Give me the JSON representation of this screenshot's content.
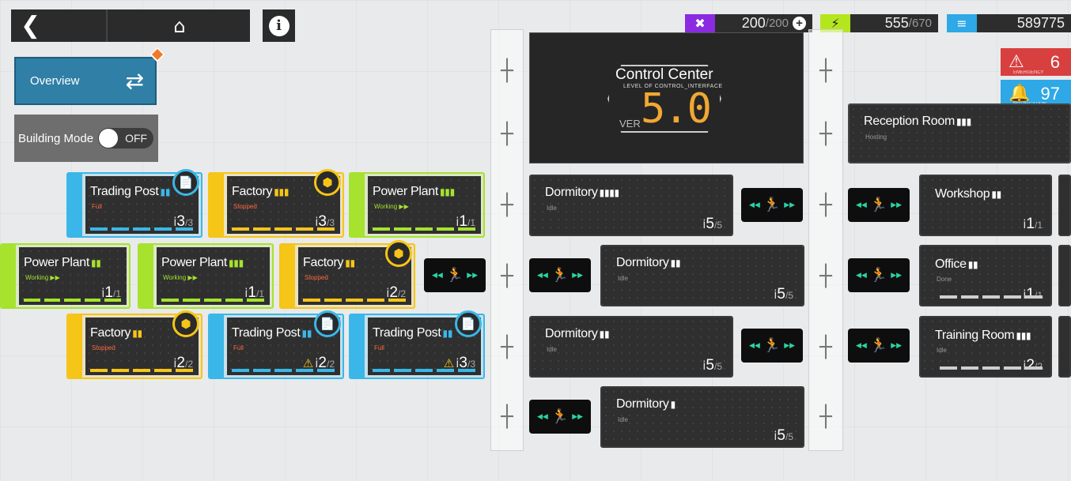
{
  "nav": {
    "back_icon": "chevron-left",
    "home_icon": "house",
    "info_icon": "info"
  },
  "overview": {
    "label": "Overview",
    "icon": "swap-people"
  },
  "building_mode": {
    "label": "Building Mode",
    "state": "OFF"
  },
  "resources": [
    {
      "name": "drones",
      "icon": "drone",
      "value": "200",
      "max": "/200",
      "color": "#8a2be2",
      "extra": "+"
    },
    {
      "name": "power",
      "icon": "battery",
      "value": "555",
      "max": "/670",
      "color": "#b4e61e"
    },
    {
      "name": "funds",
      "icon": "money",
      "value": "589775",
      "max": "",
      "color": "#2ea8e6"
    }
  ],
  "alerts": {
    "emergency": {
      "count": "6",
      "caption": "EMERGENCY",
      "color": "#d84040"
    },
    "notification": {
      "count": "97",
      "caption": "NOTIFICATION",
      "color": "#2ea8e6"
    }
  },
  "control_center": {
    "title": "Control Center",
    "subtitle": "LEVEL OF CONTROL_INTERFACE",
    "ver_label": "VER",
    "version": "5.0"
  },
  "reception": {
    "name": "Reception Room",
    "status": "Hosting",
    "pips": "▮▮▮"
  },
  "rooms": [
    {
      "id": "tp1",
      "name": "Trading Post",
      "pips": "▮▮",
      "status": "Full",
      "count": "3",
      "max": "/3",
      "color": "#3ab7e8",
      "warn": false
    },
    {
      "id": "fa1",
      "name": "Factory",
      "pips": "▮▮▮",
      "status": "Stopped",
      "count": "3",
      "max": "/3",
      "color": "#f5c518",
      "warn": false
    },
    {
      "id": "pp1",
      "name": "Power Plant",
      "pips": "▮▮▮",
      "status": "Working ▶▶",
      "count": "1",
      "max": "/1",
      "color": "#a6e22e",
      "warn": false
    },
    {
      "id": "pp2",
      "name": "Power Plant",
      "pips": "▮▮",
      "status": "Working ▶▶",
      "count": "1",
      "max": "/1",
      "color": "#a6e22e",
      "warn": false
    },
    {
      "id": "pp3",
      "name": "Power Plant",
      "pips": "▮▮▮",
      "status": "Working ▶▶",
      "count": "1",
      "max": "/1",
      "color": "#a6e22e",
      "warn": false
    },
    {
      "id": "fa2",
      "name": "Factory",
      "pips": "▮▮",
      "status": "Stopped",
      "count": "2",
      "max": "/2",
      "color": "#f5c518",
      "warn": false
    },
    {
      "id": "fa3",
      "name": "Factory",
      "pips": "▮▮",
      "status": "Stopped",
      "count": "2",
      "max": "/2",
      "color": "#f5c518",
      "warn": false
    },
    {
      "id": "tp2",
      "name": "Trading Post",
      "pips": "▮▮",
      "status": "Full",
      "count": "2",
      "max": "/2",
      "color": "#3ab7e8",
      "warn": true
    },
    {
      "id": "tp3",
      "name": "Trading Post",
      "pips": "▮▮",
      "status": "Full",
      "count": "3",
      "max": "/3",
      "color": "#3ab7e8",
      "warn": true
    }
  ],
  "dorms": [
    {
      "name": "Dormitory",
      "pips": "▮▮▮▮",
      "status": "Idle",
      "count": "5",
      "max": "/5"
    },
    {
      "name": "Dormitory",
      "pips": "▮▮",
      "status": "Idle",
      "count": "5",
      "max": "/5"
    },
    {
      "name": "Dormitory",
      "pips": "▮▮",
      "status": "Idle",
      "count": "5",
      "max": "/5"
    },
    {
      "name": "Dormitory",
      "pips": "▮",
      "status": "Idle",
      "count": "5",
      "max": "/5"
    }
  ],
  "right_rooms": [
    {
      "name": "Workshop",
      "pips": "▮▮",
      "status": "",
      "count": "1",
      "max": "/1"
    },
    {
      "name": "Office",
      "pips": "▮▮",
      "status": "Done",
      "count": "1",
      "max": "/1"
    },
    {
      "name": "Training Room",
      "pips": "▮▮▮",
      "status": "Idle",
      "count": "2",
      "max": "/2"
    }
  ],
  "corridor": {
    "icon": "exit-runner"
  },
  "badges": {
    "trading": "📄",
    "factory": "⬢"
  },
  "warn_icon": "⚠"
}
